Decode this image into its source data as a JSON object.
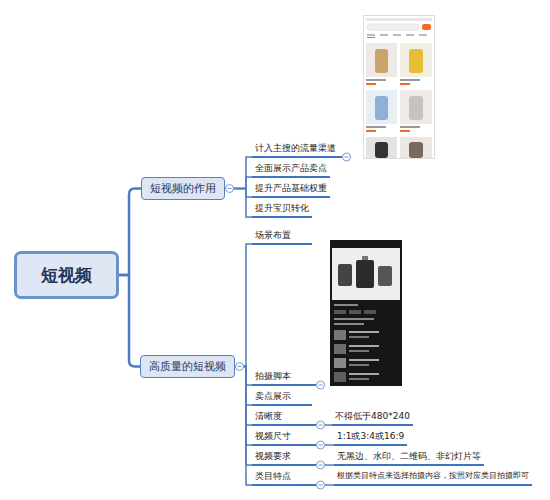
{
  "diagram": {
    "nodes": [
      {
        "text": [
          "短视频"
        ]
      },
      {
        "text": [
          "短视频的作用"
        ]
      },
      {
        "text": [
          "高质量的短视频"
        ]
      },
      {
        "text": [
          "计入主搜的流量渠道"
        ]
      },
      {
        "text": [
          "全面展示产品卖点"
        ]
      },
      {
        "text": [
          "提升产品基础权重"
        ]
      },
      {
        "text": [
          "提升宝贝转化"
        ]
      },
      {
        "text": [
          "场景布置"
        ]
      },
      {
        "text": [
          "拍摄脚本"
        ]
      },
      {
        "text": [
          "卖点展示"
        ]
      },
      {
        "text": [
          "清晰度"
        ]
      },
      {
        "text": [
          "视频尺寸"
        ]
      },
      {
        "text": [
          "视频要求"
        ]
      },
      {
        "text": [
          "类目特点"
        ]
      },
      {
        "text": [
          "不得低于480*240"
        ]
      },
      {
        "text": [
          "1:1或3:4或16:9"
        ]
      },
      {
        "text": [
          "无黑边、水印、二维码、非幻灯片等"
        ]
      },
      {
        "text": [
          "根据类目特点来选择拍摄内容，按照对应类目拍摄即可"
        ]
      }
    ],
    "edges": [
      {
        "from": 0,
        "to": 1,
        "arrow": "none"
      },
      {
        "from": 0,
        "to": 2,
        "arrow": "none"
      },
      {
        "from": 1,
        "to": 3,
        "arrow": "none"
      },
      {
        "from": 1,
        "to": 4,
        "arrow": "none"
      },
      {
        "from": 1,
        "to": 5,
        "arrow": "none"
      },
      {
        "from": 1,
        "to": 6,
        "arrow": "none"
      },
      {
        "from": 2,
        "to": 7,
        "arrow": "none"
      },
      {
        "from": 2,
        "to": 8,
        "arrow": "none"
      },
      {
        "from": 2,
        "to": 9,
        "arrow": "none"
      },
      {
        "from": 2,
        "to": 10,
        "arrow": "none"
      },
      {
        "from": 2,
        "to": 11,
        "arrow": "none"
      },
      {
        "from": 2,
        "to": 12,
        "arrow": "none"
      },
      {
        "from": 2,
        "to": 13,
        "arrow": "none"
      },
      {
        "from": 10,
        "to": 14,
        "arrow": "none"
      },
      {
        "from": 11,
        "to": 15,
        "arrow": "none"
      },
      {
        "from": 12,
        "to": 16,
        "arrow": "none"
      },
      {
        "from": 13,
        "to": 17,
        "arrow": "none"
      }
    ]
  }
}
